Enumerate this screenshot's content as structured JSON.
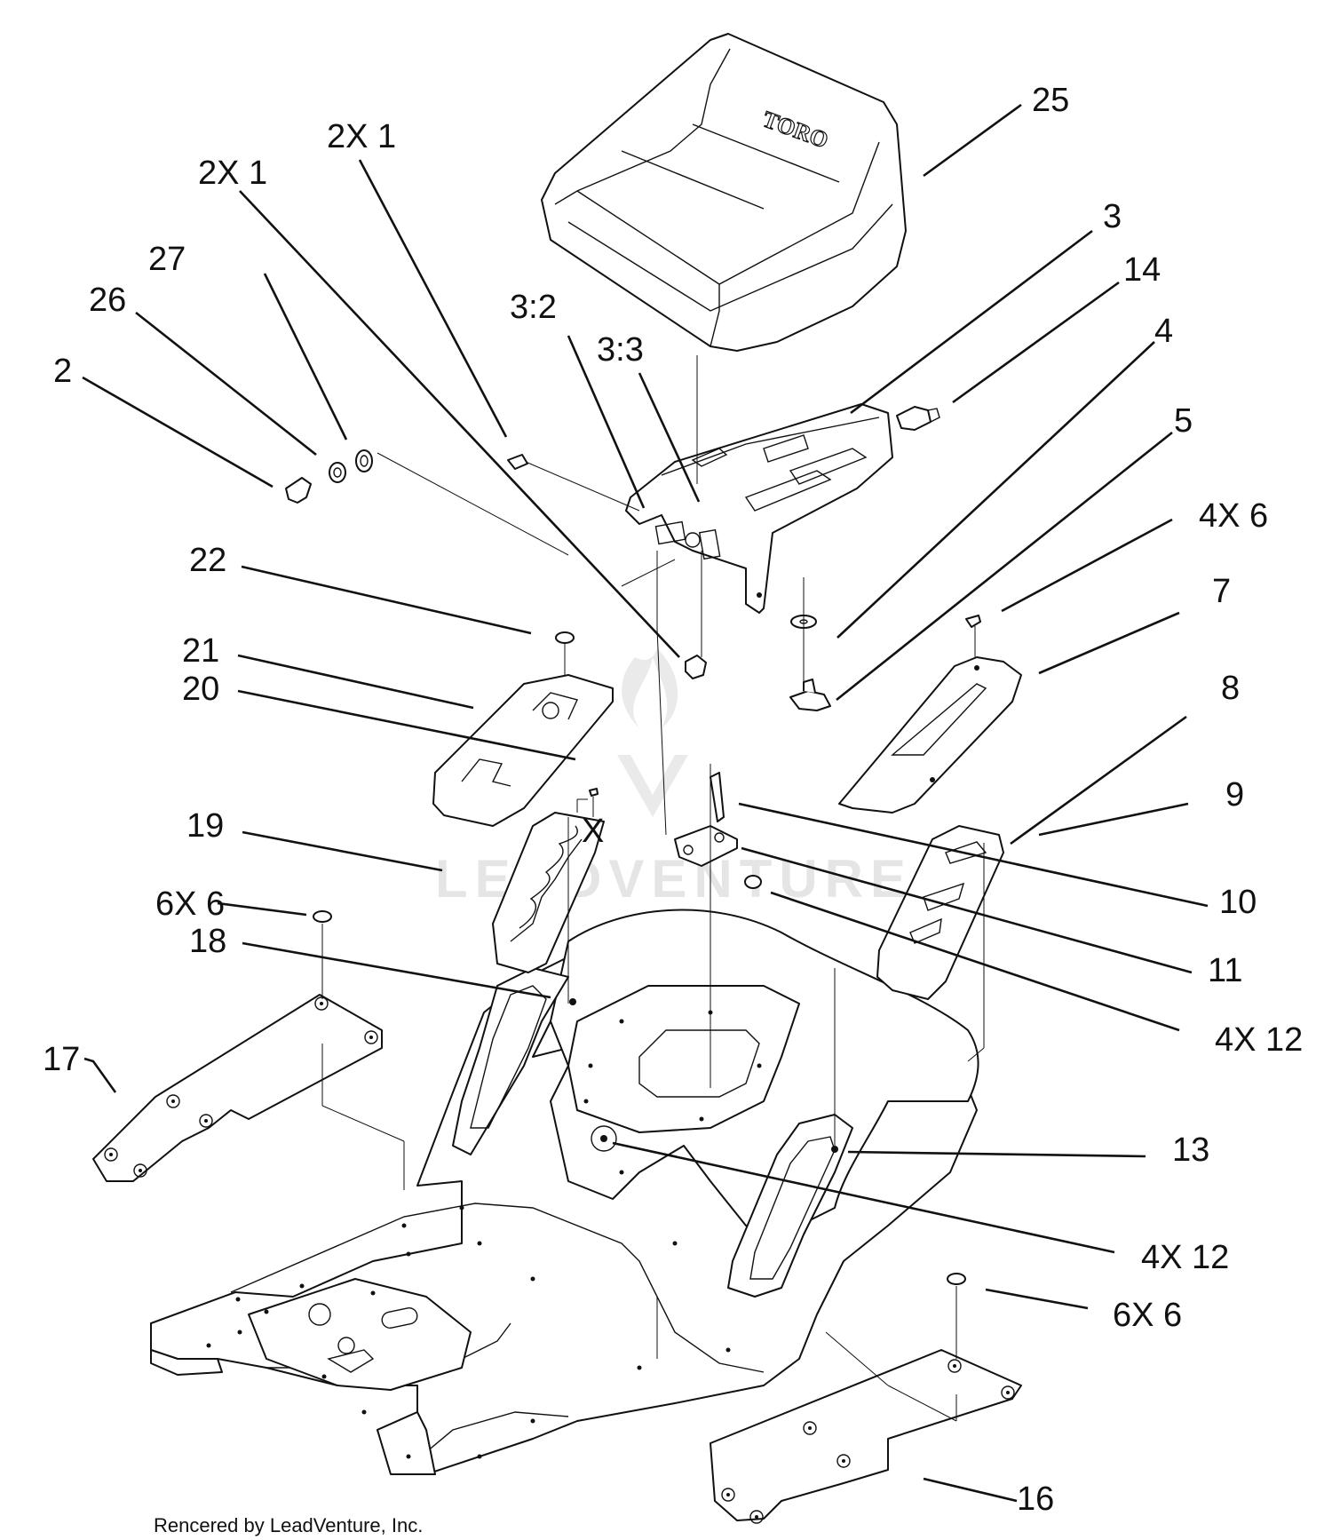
{
  "callouts": [
    {
      "id": "25",
      "text": "25"
    },
    {
      "id": "2x1-a",
      "text": "2X 1"
    },
    {
      "id": "2x1-b",
      "text": "2X 1"
    },
    {
      "id": "3",
      "text": "3"
    },
    {
      "id": "14",
      "text": "14"
    },
    {
      "id": "27",
      "text": "27"
    },
    {
      "id": "26",
      "text": "26"
    },
    {
      "id": "3-2",
      "text": "3:2"
    },
    {
      "id": "3-3",
      "text": "3:3"
    },
    {
      "id": "4",
      "text": "4"
    },
    {
      "id": "2",
      "text": "2"
    },
    {
      "id": "5",
      "text": "5"
    },
    {
      "id": "4x6",
      "text": "4X 6"
    },
    {
      "id": "22",
      "text": "22"
    },
    {
      "id": "7",
      "text": "7"
    },
    {
      "id": "21",
      "text": "21"
    },
    {
      "id": "20",
      "text": "20"
    },
    {
      "id": "8",
      "text": "8"
    },
    {
      "id": "9",
      "text": "9"
    },
    {
      "id": "19",
      "text": "19"
    },
    {
      "id": "10",
      "text": "10"
    },
    {
      "id": "6x6-a",
      "text": "6X 6"
    },
    {
      "id": "18",
      "text": "18"
    },
    {
      "id": "11",
      "text": "11"
    },
    {
      "id": "4x12-a",
      "text": "4X 12"
    },
    {
      "id": "17",
      "text": "17"
    },
    {
      "id": "13",
      "text": "13"
    },
    {
      "id": "4x12-b",
      "text": "4X 12"
    },
    {
      "id": "6x6-b",
      "text": "6X 6"
    },
    {
      "id": "16",
      "text": "16"
    }
  ],
  "seat_brand": "TORO",
  "annotation_x": "X",
  "watermark": "LEADVENTURE",
  "footer": "Rencered by LeadVenture, Inc."
}
